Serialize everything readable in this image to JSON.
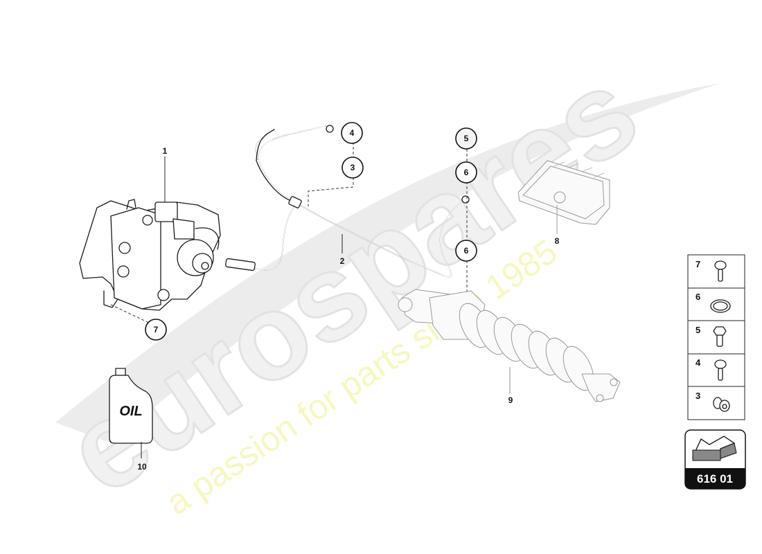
{
  "watermark": {
    "brand": "eurospares",
    "tagline": "a passion for parts since 1985",
    "brand_color": "#e6e6e6",
    "tagline_color": "#f3f3a8"
  },
  "parts": [
    {
      "number": "1",
      "name": "hydraulic-pump-unit"
    },
    {
      "number": "2",
      "name": "hydraulic-line"
    },
    {
      "number": "8",
      "name": "control-unit"
    },
    {
      "number": "9",
      "name": "shock-absorber"
    },
    {
      "number": "10",
      "name": "oil-container",
      "text": "OIL"
    }
  ],
  "callouts": [
    {
      "id": "c4",
      "number": "4"
    },
    {
      "id": "c3",
      "number": "3"
    },
    {
      "id": "c5",
      "number": "5"
    },
    {
      "id": "c6a",
      "number": "6"
    },
    {
      "id": "c6b",
      "number": "6"
    },
    {
      "id": "c7",
      "number": "7"
    }
  ],
  "legend": {
    "items": [
      {
        "number": "7",
        "icon": "screw-icon"
      },
      {
        "number": "6",
        "icon": "sealing-ring-icon"
      },
      {
        "number": "5",
        "icon": "banjo-bolt-icon"
      },
      {
        "number": "4",
        "icon": "screw-icon"
      },
      {
        "number": "3",
        "icon": "clip-icon"
      }
    ]
  },
  "section_badge": {
    "code": "616 01",
    "icon": "front-arrow-icon",
    "arrow_color": "#888888",
    "bar_color": "#111111"
  }
}
